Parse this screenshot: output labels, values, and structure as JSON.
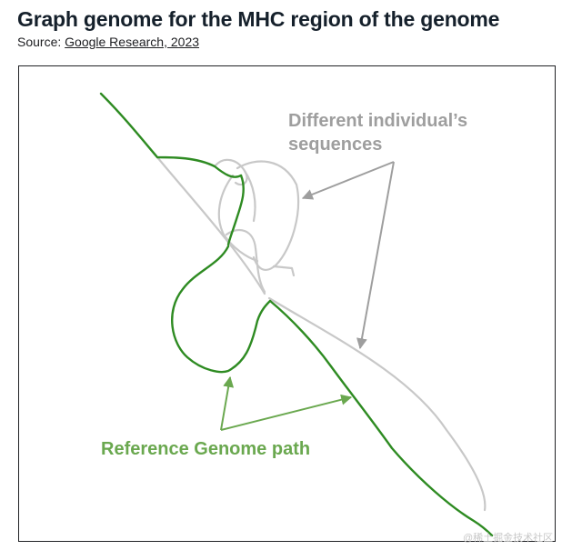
{
  "header": {
    "title": "Graph genome for the MHC region of the genome",
    "source_prefix": "Source: ",
    "source_link": "Google Research, 2023"
  },
  "diagram": {
    "annotation_gray_line1": "Different individual’s",
    "annotation_gray_line2": "sequences",
    "annotation_green": "Reference Genome path",
    "watermark": "@稀土掘金技术社区",
    "colors": {
      "reference_path": "#2e8b22",
      "alternate_paths": "#c8c8c8",
      "gray_text": "#9e9e9e",
      "green_text": "#6aa84f"
    }
  }
}
